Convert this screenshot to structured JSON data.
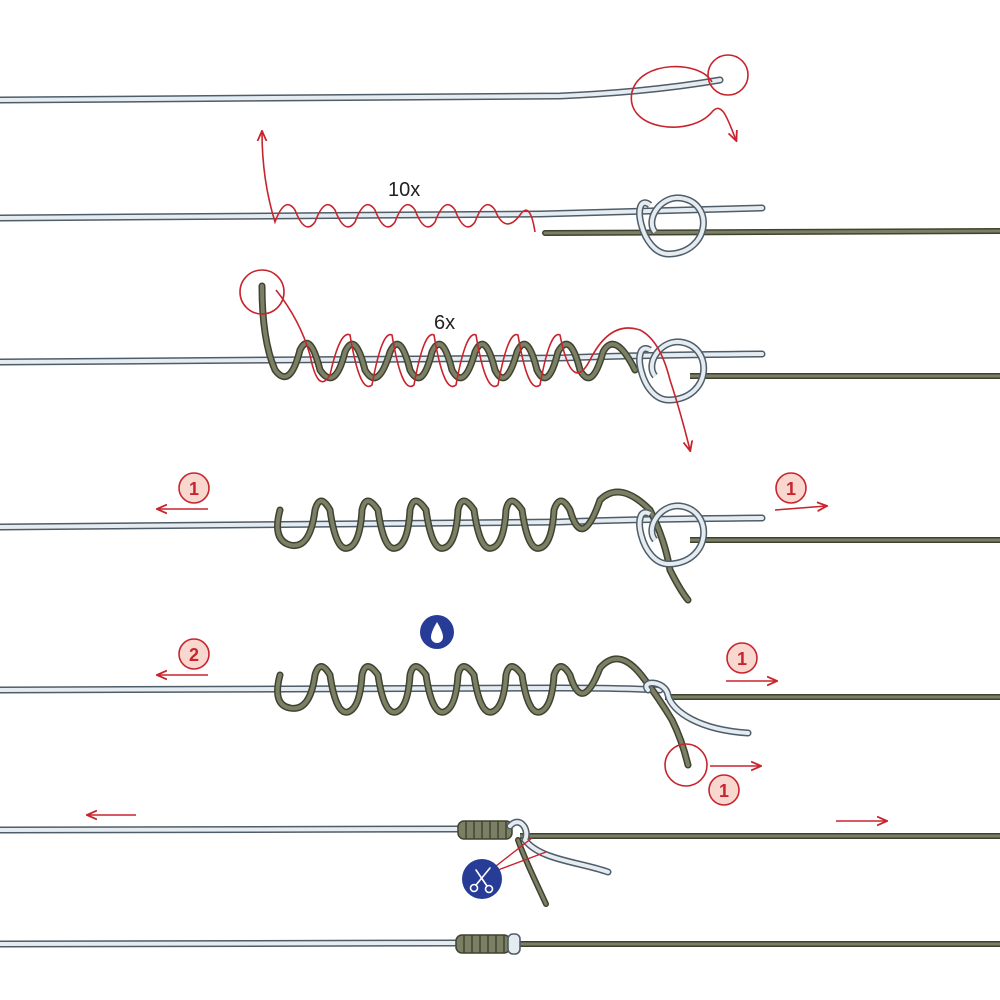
{
  "colors": {
    "mono_fill": "#e4ebf1",
    "mono_outline": "#4f5d68",
    "braid_fill": "#7b7f63",
    "braid_outline": "#3f4230",
    "guide_red": "#c8242d",
    "badge_fill": "#f8d7cf",
    "icon_blue": "#273c96"
  },
  "icons": {
    "water_drop": "water-drop-icon",
    "scissors": "scissors-icon"
  },
  "labels": {
    "wraps_step2": "10x",
    "wraps_step3": "6x"
  },
  "badges": {
    "step4_left": "1",
    "step4_right": "1",
    "step5_left": "2",
    "step5_right_top": "1",
    "step5_right_bottom": "1"
  }
}
